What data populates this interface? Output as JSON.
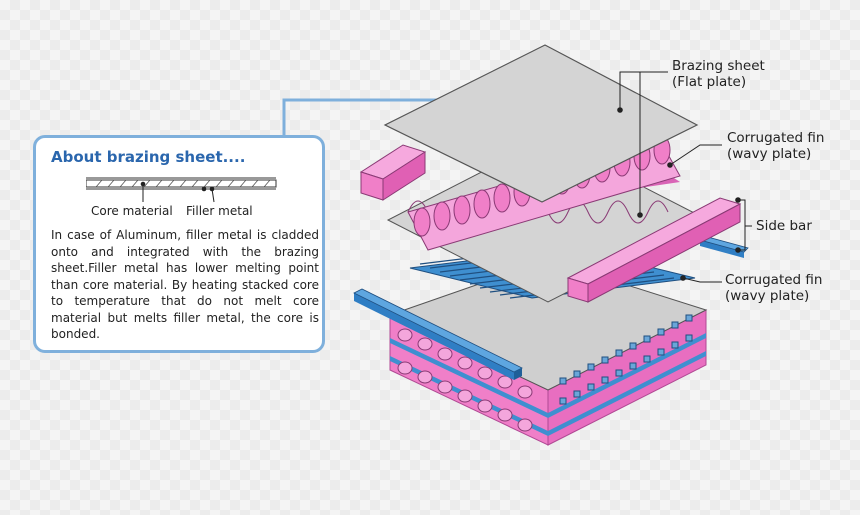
{
  "info_box": {
    "title": "About brazing sheet....",
    "core_label": "Core material",
    "filler_label": "Filler metal",
    "description": "In case of Aluminum, filler metal is cladded onto and integrated with the brazing sheet.Filler metal has lower melting point than core material. By heating stacked core to temperature that do not melt core material but melts filler metal, the core is bonded."
  },
  "callouts": {
    "brazing_sheet": {
      "line1": "Brazing sheet",
      "line2": "(Flat plate)"
    },
    "corrugated_fin_top": {
      "line1": "Corrugated fin",
      "line2": "(wavy plate)"
    },
    "side_bar": {
      "line1": "Side bar"
    },
    "corrugated_fin_bottom": {
      "line1": "Corrugated fin",
      "line2": "(wavy plate)"
    }
  },
  "colors": {
    "accent_blue": "#2a66ad",
    "box_border": "#7fb0dc",
    "pink": "#f07fc8",
    "fin_blue": "#3f8fd0",
    "plate_gray": "#cfcfcf"
  }
}
